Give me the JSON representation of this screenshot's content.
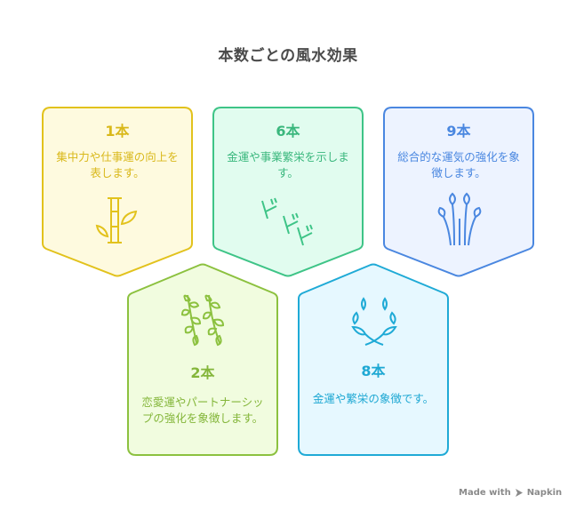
{
  "title": "本数ごとの風水効果",
  "colors": {
    "yellow": {
      "stroke": "#e2c21c",
      "fill": "#fefadf",
      "text": "#d9b81a"
    },
    "mint": {
      "stroke": "#3ec487",
      "fill": "#e1fcef",
      "text": "#3ab77d"
    },
    "blue": {
      "stroke": "#4a87e0",
      "fill": "#edf3ff",
      "text": "#4a87e0"
    },
    "lime": {
      "stroke": "#8cc13f",
      "fill": "#f1fcdf",
      "text": "#84b63a"
    },
    "cyan": {
      "stroke": "#1faad6",
      "fill": "#e6f8ff",
      "text": "#1ea8d3"
    }
  },
  "cards": [
    {
      "id": "1",
      "number": "1本",
      "description": "集中力や仕事運の向上を表します。",
      "icon": "bamboo-icon"
    },
    {
      "id": "6",
      "number": "6本",
      "description": "金運や事業繁栄を示します。",
      "icon": "rising-bamboo-icon"
    },
    {
      "id": "9",
      "number": "9本",
      "description": "総合的な運気の強化を象徴します。",
      "icon": "sprouts-icon"
    },
    {
      "id": "2",
      "number": "2本",
      "description": "恋愛運やパートナーシップの強化を象徴します。",
      "icon": "vines-icon"
    },
    {
      "id": "8",
      "number": "8本",
      "description": "金運や繁栄の象徴です。",
      "icon": "laurel-wreath-icon"
    }
  ],
  "footer": {
    "label_made": "Made with",
    "label_brand": "Napkin"
  }
}
